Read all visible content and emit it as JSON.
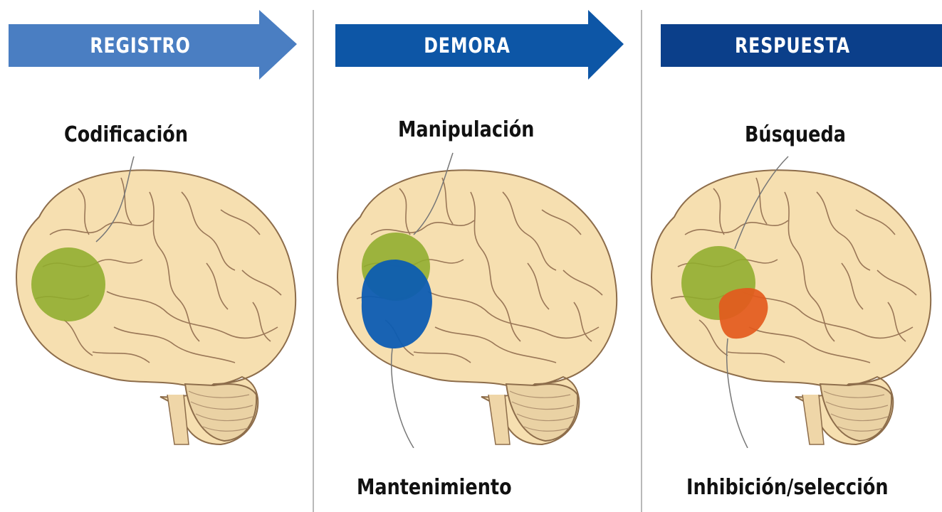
{
  "stages": [
    {
      "title": "REGISTRO",
      "banner_color": "#4a7ec2",
      "regions": [
        {
          "label": "Codificación",
          "color": "#8fad2c"
        }
      ]
    },
    {
      "title": "DEMORA",
      "banner_color": "#0d56a6",
      "regions": [
        {
          "label": "Manipulación",
          "color": "#8fad2c"
        },
        {
          "label": "Mantenimiento",
          "color": "#0b5bb3"
        }
      ]
    },
    {
      "title": "RESPUESTA",
      "banner_color": "#0b3f8a",
      "regions": [
        {
          "label": "Búsqueda",
          "color": "#8fad2c"
        },
        {
          "label": "Inhibición/selección",
          "color": "#e35a1d"
        }
      ]
    }
  ],
  "brain_colors": {
    "fill": "#f6dfb0",
    "outline": "#8d6d4b",
    "cerebellum": "#ead2a4"
  }
}
